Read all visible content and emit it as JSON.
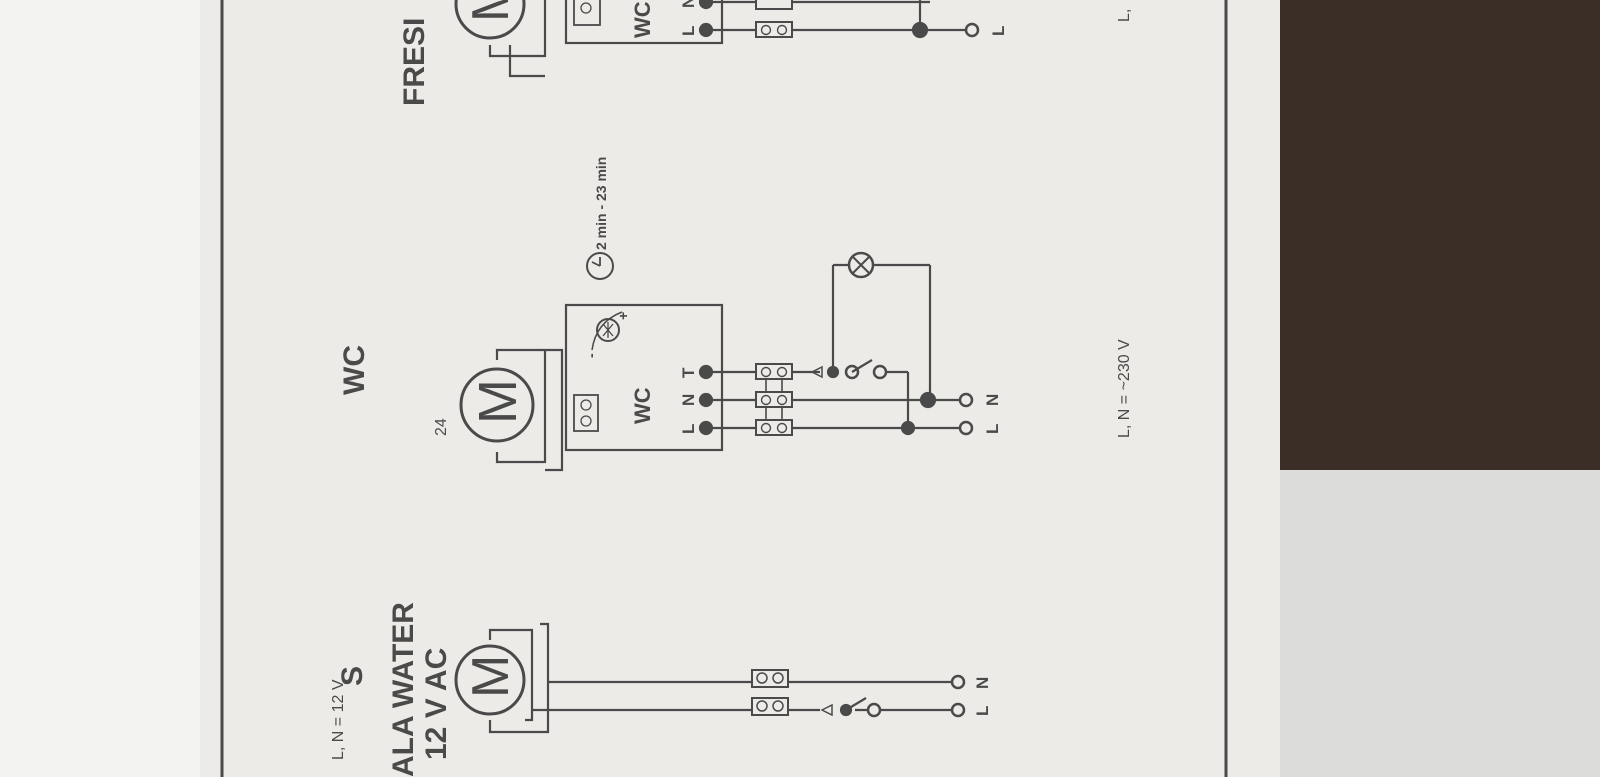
{
  "headings": {
    "left_letter": "S",
    "left_line1": "ALA WATER",
    "left_line2": "12 V AC",
    "middle": "WC",
    "right": "FRESI"
  },
  "left_circuit": {
    "motor_symbol": "M",
    "terminal_L": "L",
    "terminal_N": "N",
    "supply_note": "L, N = 12 V"
  },
  "wc_circuit": {
    "motor_symbol": "M",
    "unit_label": "WC",
    "terminal_L": "L",
    "terminal_N": "N",
    "terminal_T": "T",
    "adjust_minus": "-",
    "adjust_plus": "+",
    "timer_range": "2 min - 23 min",
    "supply_L": "L",
    "supply_N": "N",
    "supply_note": "L, N = ~230 V"
  },
  "right_circuit": {
    "motor_symbol": "M",
    "unit_label": "WC",
    "terminal_L": "L",
    "terminal_N": "N",
    "supply_L": "L",
    "supply_note": "L,"
  },
  "page_number": "24",
  "colors": {
    "paper": "#ecebe8",
    "ink": "#4a4a4a",
    "background_left": "#f4f4f2",
    "background_right": "#2a2420"
  }
}
